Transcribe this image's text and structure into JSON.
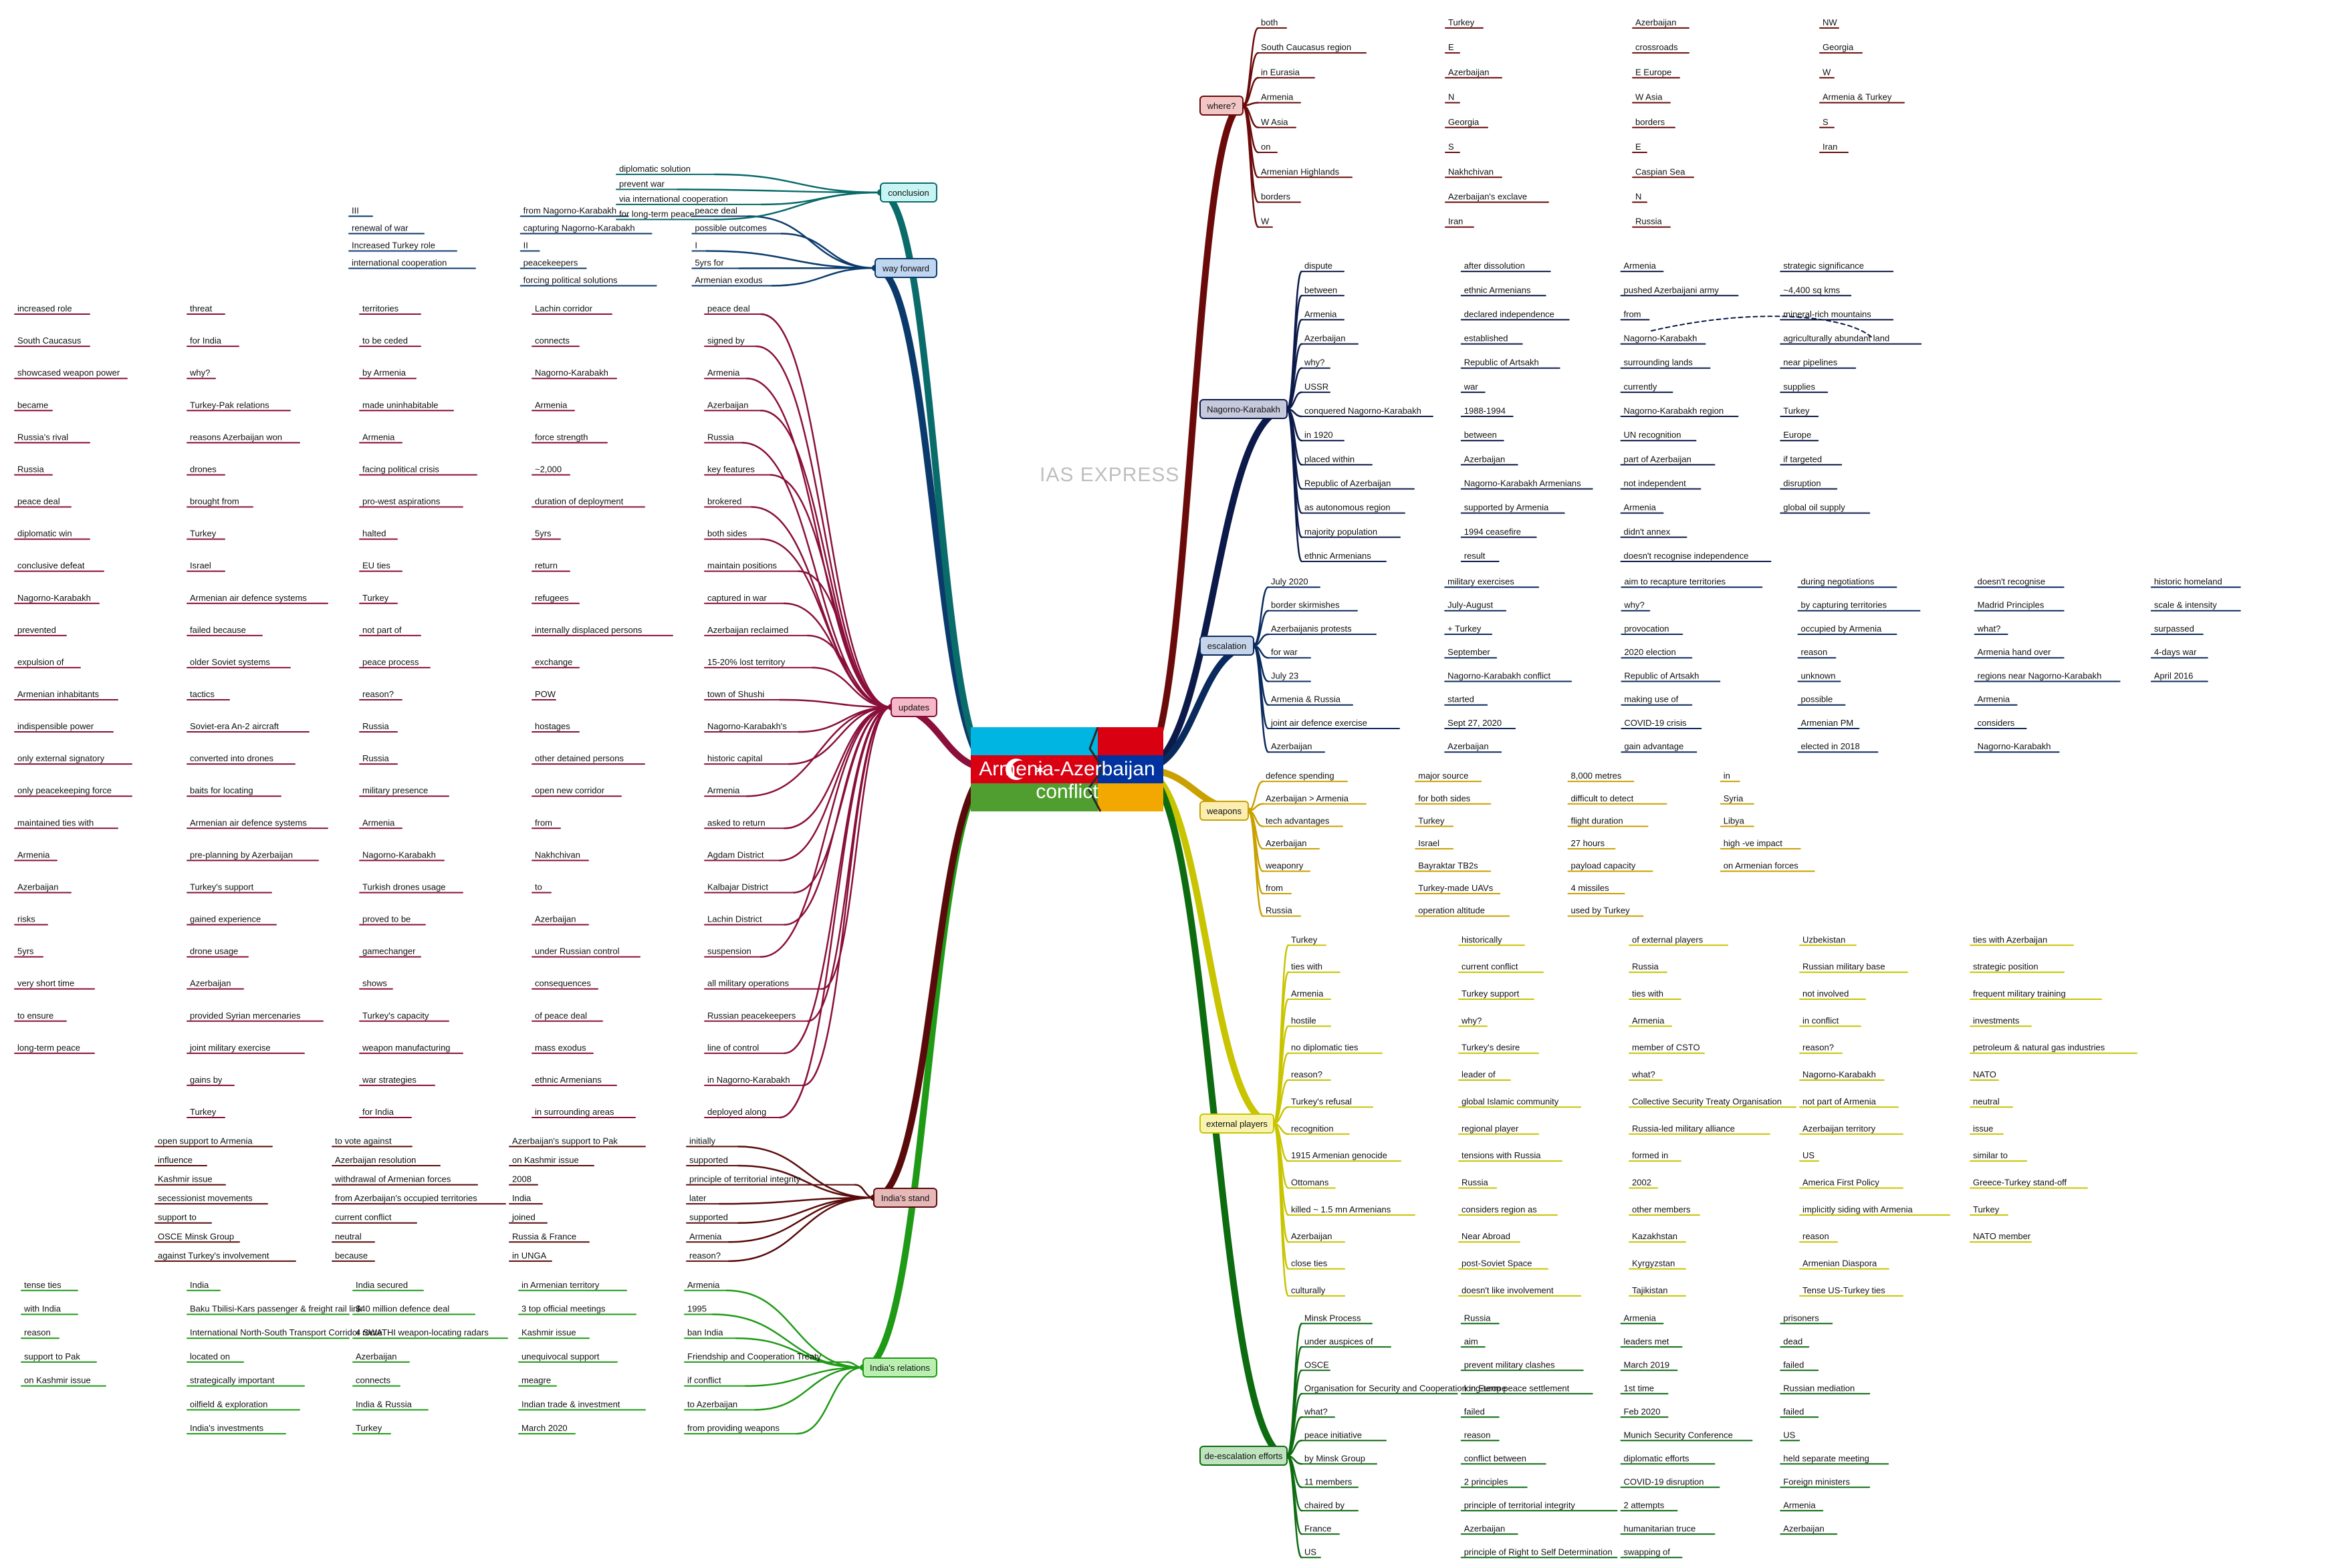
{
  "center": {
    "title_line1": "Armenia-Azerbaijan",
    "title_line2": "conflict",
    "flag_colors": {
      "red": "#d90012",
      "blue": "#0033a0",
      "orange": "#f2a800",
      "az_blue": "#00b5e2",
      "az_green": "#509e2f"
    }
  },
  "watermark": "IAS EXPRESS",
  "colors": {
    "where": "#6b0a0a",
    "nk": "#0c1a4a",
    "escalation": "#0a2a5e",
    "weapons": "#c9a000",
    "external": "#c8c400",
    "deesc": "#0d6b10",
    "india_rel": "#1f9a16",
    "india_stand": "#5a0a0a",
    "updates": "#8a0f3a",
    "wayfwd": "#0a3a6b",
    "conclusion": "#0a6b6b"
  },
  "branches": {
    "where": {
      "label": "where?",
      "color": "#6b0a0a",
      "box_bg": "#f3c6c6",
      "leaves": [
        "both",
        "South Caucasus region",
        "in Eurasia",
        "Armenia",
        "W Asia",
        "on",
        "Armenian Highlands",
        "borders",
        "W",
        "Turkey",
        "E",
        "Azerbaijan",
        "N",
        "Georgia",
        "S",
        "Nakhchivan",
        "Azerbaijan's exclave",
        "Iran",
        "Azerbaijan",
        "crossroads",
        "E Europe",
        "W Asia",
        "borders",
        "E",
        "Caspian Sea",
        "N",
        "Russia",
        "NW",
        "Georgia",
        "W",
        "Armenia & Turkey",
        "S",
        "Iran"
      ]
    },
    "nk": {
      "label": "Nagorno-Karabakh",
      "color": "#0c1a4a",
      "box_bg": "#c6c8dc",
      "leaves": [
        "dispute",
        "between",
        "Armenia",
        "Azerbaijan",
        "why?",
        "USSR",
        "conquered Nagorno-Karabakh",
        "in 1920",
        "placed within",
        "Republic of Azerbaijan",
        "as autonomous region",
        "majority population",
        "ethnic Armenians",
        "after dissolution",
        "ethnic Armenians",
        "declared independence",
        "established",
        "Republic of Artsakh",
        "war",
        "1988-1994",
        "between",
        "Azerbaijan",
        "Nagorno-Karabakh Armenians",
        "supported by Armenia",
        "1994 ceasefire",
        "result",
        "Armenia",
        "pushed Azerbaijani army",
        "from",
        "Nagorno-Karabakh",
        "surrounding lands",
        "currently",
        "Nagorno-Karabakh region",
        "UN recognition",
        "part of Azerbaijan",
        "not independent",
        "Armenia",
        "didn't annex",
        "doesn't recognise independence",
        "strategic significance",
        "~4,400 sq kms",
        "mineral-rich mountains",
        "agriculturally abundant land",
        "near pipelines",
        "supplies",
        "Turkey",
        "Europe",
        "if targeted",
        "disruption",
        "global oil supply"
      ]
    },
    "escalation": {
      "label": "escalation",
      "color": "#0a2a5e",
      "box_bg": "#c6d4ea",
      "leaves": [
        "July 2020",
        "border skirmishes",
        "Azerbaijanis protests",
        "for war",
        "July 23",
        "Armenia & Russia",
        "joint air defence exercise",
        "Azerbaijan",
        "military exercises",
        "July-August",
        "+ Turkey",
        "September",
        "Nagorno-Karabakh conflict",
        "started",
        "Sept 27, 2020",
        "Azerbaijan",
        "aim to recapture territories",
        "why?",
        "provocation",
        "2020 election",
        "Republic of Artsakh",
        "making use of",
        "COVID-19 crisis",
        "gain advantage",
        "during negotiations",
        "by capturing territories",
        "occupied by Armenia",
        "reason",
        "unknown",
        "possible",
        "Armenian PM",
        "elected in 2018",
        "doesn't recognise",
        "Madrid Principles",
        "what?",
        "Armenia hand over",
        "regions near Nagorno-Karabakh",
        "Armenia",
        "considers",
        "Nagorno-Karabakh",
        "historic homeland",
        "scale & intensity",
        "surpassed",
        "4-days war",
        "April 2016"
      ]
    },
    "weapons": {
      "label": "weapons",
      "color": "#c9a000",
      "box_bg": "#fbeeb0",
      "leaves": [
        "defence spending",
        "Azerbaijan > Armenia",
        "tech advantages",
        "Azerbaijan",
        "weaponry",
        "from",
        "Russia",
        "major source",
        "for both sides",
        "Turkey",
        "Israel",
        "Bayraktar TB2s",
        "Turkey-made UAVs",
        "operation altitude",
        "8,000 metres",
        "difficult to detect",
        "flight duration",
        "27 hours",
        "payload capacity",
        "4 missiles",
        "used by Turkey",
        "in",
        "Syria",
        "Libya",
        "high -ve impact",
        "on Armenian forces"
      ]
    },
    "external": {
      "label": "external players",
      "color": "#c8c400",
      "box_bg": "#f8f4b0",
      "leaves": [
        "Turkey",
        "ties with",
        "Armenia",
        "hostile",
        "no diplomatic ties",
        "reason?",
        "Turkey's refusal",
        "recognition",
        "1915 Armenian genocide",
        "Ottomans",
        "killed ~ 1.5 mn Armenians",
        "Azerbaijan",
        "close ties",
        "culturally",
        "historically",
        "current conflict",
        "Turkey support",
        "why?",
        "Turkey's desire",
        "leader of",
        "global Islamic community",
        "regional player",
        "tensions with Russia",
        "Russia",
        "considers region as",
        "Near Abroad",
        "post-Soviet Space",
        "doesn't like involvement",
        "of external players",
        "Russia",
        "ties with",
        "Armenia",
        "member of CSTO",
        "what?",
        "Collective Security Treaty Organisation",
        "Russia-led military alliance",
        "formed in",
        "2002",
        "other members",
        "Kazakhstan",
        "Kyrgyzstan",
        "Tajikistan",
        "Uzbekistan",
        "Russian military base",
        "not involved",
        "in conflict",
        "reason?",
        "Nagorno-Karabakh",
        "not part of Armenia",
        "Azerbaijan territory",
        "US",
        "America First Policy",
        "implicitly siding with Armenia",
        "reason",
        "Armenian Diaspora",
        "Tense US-Turkey ties",
        "ties with Azerbaijan",
        "strategic position",
        "frequent military training",
        "investments",
        "petroleum & natural gas industries",
        "NATO",
        "neutral",
        "issue",
        "similar to",
        "Greece-Turkey stand-off",
        "Turkey",
        "NATO member"
      ]
    },
    "deesc": {
      "label": "de-escalation efforts",
      "color": "#0d6b10",
      "box_bg": "#bfe3bf",
      "leaves": [
        "Minsk Process",
        "under auspices of",
        "OSCE",
        "Organisation for Security and Cooperation in Europe",
        "what?",
        "peace initiative",
        "by Minsk Group",
        "11 members",
        "chaired by",
        "France",
        "US",
        "Russia",
        "aim",
        "prevent military clashes",
        "long-term peace settlement",
        "failed",
        "reason",
        "conflict between",
        "2 principles",
        "principle of territorial integrity",
        "Azerbaijan",
        "principle of Right to Self Determination",
        "Armenia",
        "leaders met",
        "March 2019",
        "1st time",
        "Feb 2020",
        "Munich Security Conference",
        "diplomatic efforts",
        "COVID-19 disruption",
        "2 attempts",
        "humanitarian truce",
        "swapping of",
        "prisoners",
        "dead",
        "failed",
        "Russian mediation",
        "failed",
        "US",
        "held separate meeting",
        "Foreign ministers",
        "Armenia",
        "Azerbaijan"
      ]
    },
    "india_rel": {
      "label": "India's relations",
      "color": "#1f9a16",
      "box_bg": "#b9f0b0",
      "leaves": [
        "Armenia",
        "1995",
        "ban India",
        "Friendship and Cooperation Treaty",
        "if conflict",
        "to Azerbaijan",
        "from providing weapons",
        "in Armenian territory",
        "3 top official meetings",
        "Kashmir issue",
        "unequivocal support",
        "meagre",
        "Indian trade & investment",
        "March 2020",
        "India secured",
        "$40 million defence deal",
        "4 SWATHI weapon-locating radars",
        "Azerbaijan",
        "connects",
        "India & Russia",
        "Turkey",
        "India",
        "Baku Tbilisi-Kars passenger & freight rail link",
        "International North-South Transport Corridor route",
        "located on",
        "strategically important",
        "oilfield & exploration",
        "India's investments",
        "tense ties",
        "with India",
        "reason",
        "support to Pak",
        "on Kashmir issue"
      ]
    },
    "india_stand": {
      "label": "India's stand",
      "color": "#5a0a0a",
      "box_bg": "#e6b8b8",
      "leaves": [
        "initially",
        "supported",
        "principle of territorial integrity",
        "later",
        "supported",
        "Armenia",
        "reason?",
        "Azerbaijan's support to Pak",
        "on Kashmir issue",
        "2008",
        "India",
        "joined",
        "Russia & France",
        "in UNGA",
        "to vote against",
        "Azerbaijan resolution",
        "withdrawal of Armenian forces",
        "from Azerbaijan's occupied territories",
        "current conflict",
        "neutral",
        "because",
        "open support to Armenia",
        "influence",
        "Kashmir issue",
        "secessionist movements",
        "support to",
        "OSCE Minsk Group",
        "against Turkey's involvement"
      ]
    },
    "updates": {
      "label": "updates",
      "color": "#8a0f3a",
      "box_bg": "#f4b8c8",
      "leaves": [
        "peace deal",
        "signed by",
        "Armenia",
        "Azerbaijan",
        "Russia",
        "key features",
        "brokered",
        "both sides",
        "maintain positions",
        "captured in war",
        "Azerbaijan reclaimed",
        "15-20% lost territory",
        "town of Shushi",
        "Nagorno-Karabakh's",
        "historic capital",
        "Armenia",
        "asked to return",
        "Agdam District",
        "Kalbajar District",
        "Lachin District",
        "suspension",
        "all military operations",
        "Russian peacekeepers",
        "line of control",
        "in Nagorno-Karabakh",
        "deployed along",
        "Lachin corridor",
        "connects",
        "Nagorno-Karabakh",
        "Armenia",
        "force strength",
        "~2,000",
        "duration of deployment",
        "5yrs",
        "return",
        "refugees",
        "internally displaced persons",
        "exchange",
        "POW",
        "hostages",
        "other detained persons",
        "open new corridor",
        "from",
        "Nakhchivan",
        "to",
        "Azerbaijan",
        "under Russian control",
        "consequences",
        "of peace deal",
        "mass exodus",
        "ethnic Armenians",
        "in surrounding areas",
        "territories",
        "to be ceded",
        "by Armenia",
        "made uninhabitable",
        "Armenia",
        "facing political crisis",
        "pro-west aspirations",
        "halted",
        "EU ties",
        "Turkey",
        "not part of",
        "peace process",
        "reason?",
        "Russia",
        "Russia",
        "military presence",
        "Armenia",
        "Nagorno-Karabakh",
        "Turkish drones usage",
        "proved to be",
        "gamechanger",
        "shows",
        "Turkey's capacity",
        "weapon manufacturing",
        "war strategies",
        "for India",
        "threat",
        "for India",
        "why?",
        "Turkey-Pak relations",
        "reasons Azerbaijan won",
        "drones",
        "brought from",
        "Turkey",
        "Israel",
        "Armenian air defence systems",
        "failed because",
        "older Soviet systems",
        "tactics",
        "Soviet-era An-2 aircraft",
        "converted into drones",
        "baits for locating",
        "Armenian air defence systems",
        "pre-planning by Azerbaijan",
        "Turkey's support",
        "gained experience",
        "drone usage",
        "Azerbaijan",
        "provided Syrian mercenaries",
        "joint military exercise",
        "gains by",
        "Turkey",
        "increased role",
        "South Caucasus",
        "showcased weapon power",
        "became",
        "Russia's rival",
        "Russia",
        "peace deal",
        "diplomatic win",
        "conclusive defeat",
        "Nagorno-Karabakh",
        "prevented",
        "expulsion of",
        "Armenian inhabitants",
        "indispensible power",
        "only external signatory",
        "only peacekeeping force",
        "maintained ties with",
        "Armenia",
        "Azerbaijan",
        "risks",
        "5yrs",
        "very short time",
        "to ensure",
        "long-term peace"
      ]
    },
    "wayfwd": {
      "label": "way forward",
      "color": "#0a3a6b",
      "box_bg": "#c0d6f0",
      "leaves": [
        "peace deal",
        "possible outcomes",
        "I",
        "5yrs for",
        "Armenian exodus",
        "from Nagorno-Karabakh",
        "capturing Nagorno-Karabakh",
        "II",
        "peacekeepers",
        "forcing political solutions",
        "III",
        "renewal of war",
        "Increased Turkey role",
        "international cooperation"
      ]
    },
    "conclusion": {
      "label": "conclusion",
      "color": "#0a6b6b",
      "box_bg": "#c8f4f4",
      "leaves": [
        "diplomatic solution",
        "prevent war",
        "via international cooperation",
        "for long-term peace"
      ]
    }
  }
}
